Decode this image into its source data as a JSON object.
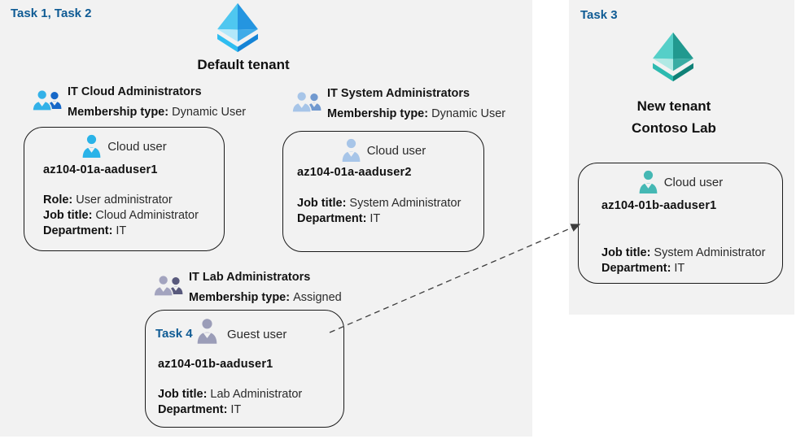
{
  "colors": {
    "panel_bg": "#f2f2f2",
    "task_blue": "#0f5b94",
    "text": "#222222",
    "border": "#1a1a1a",
    "arrow": "#3d3d3d",
    "aad_blue_tl": "#4fc7f0",
    "aad_blue_tr": "#2495e0",
    "aad_blue_bl": "#b3e8fa",
    "aad_blue_br": "#3fabe8",
    "aad_blue_band_l": "#2fbdf0",
    "aad_blue_band_r": "#1584d6",
    "aad_teal_tl": "#55cfc8",
    "aad_teal_tr": "#21998f",
    "aad_teal_bl": "#b0e9e4",
    "aad_teal_br": "#39aca3",
    "aad_teal_band_l": "#2dbab0",
    "aad_teal_band_r": "#0f8177",
    "user_cyan": "#2ab3e8",
    "user_steel": "#a7c5e8",
    "user_gray": "#9b9db8",
    "user_teal": "#45b8b4",
    "group1_front": "#33b1e8",
    "group1_back": "#1668c8",
    "group2_front": "#a7c5e8",
    "group2_back": "#7199cf",
    "group3_front": "#a3a4bf",
    "group3_back": "#595a7d"
  },
  "left_panel": {
    "task_label": "Task 1, Task 2",
    "tenant_name": "Default tenant",
    "groups": [
      {
        "name": "IT Cloud Administrators",
        "membership_label": "Membership type:",
        "membership_value": "Dynamic User"
      },
      {
        "name": "IT System Administrators",
        "membership_label": "Membership type:",
        "membership_value": "Dynamic User"
      },
      {
        "name": "IT Lab Administrators",
        "membership_label": "Membership type:",
        "membership_value": "Assigned"
      }
    ],
    "cards": [
      {
        "type_label": "Cloud user",
        "name": "az104-01a-aaduser1",
        "fields": [
          {
            "label": "Role:",
            "value": "User administrator"
          },
          {
            "label": "Job title:",
            "value": "Cloud Administrator"
          },
          {
            "label": "Department:",
            "value": "IT"
          }
        ]
      },
      {
        "type_label": "Cloud user",
        "name": "az104-01a-aaduser2",
        "fields": [
          {
            "label": "Job title:",
            "value": "System Administrator"
          },
          {
            "label": "Department:",
            "value": "IT"
          }
        ]
      },
      {
        "task_label": "Task 4",
        "type_label": "Guest user",
        "name": "az104-01b-aaduser1",
        "fields": [
          {
            "label": "Job title:",
            "value": "Lab Administrator"
          },
          {
            "label": "Department:",
            "value": "IT"
          }
        ]
      }
    ]
  },
  "right_panel": {
    "task_label": "Task 3",
    "tenant_line1": "New tenant",
    "tenant_line2": "Contoso Lab",
    "card": {
      "type_label": "Cloud user",
      "name": "az104-01b-aaduser1",
      "fields": [
        {
          "label": "Job title:",
          "value": "System Administrator"
        },
        {
          "label": "Department:",
          "value": "IT"
        }
      ]
    }
  }
}
